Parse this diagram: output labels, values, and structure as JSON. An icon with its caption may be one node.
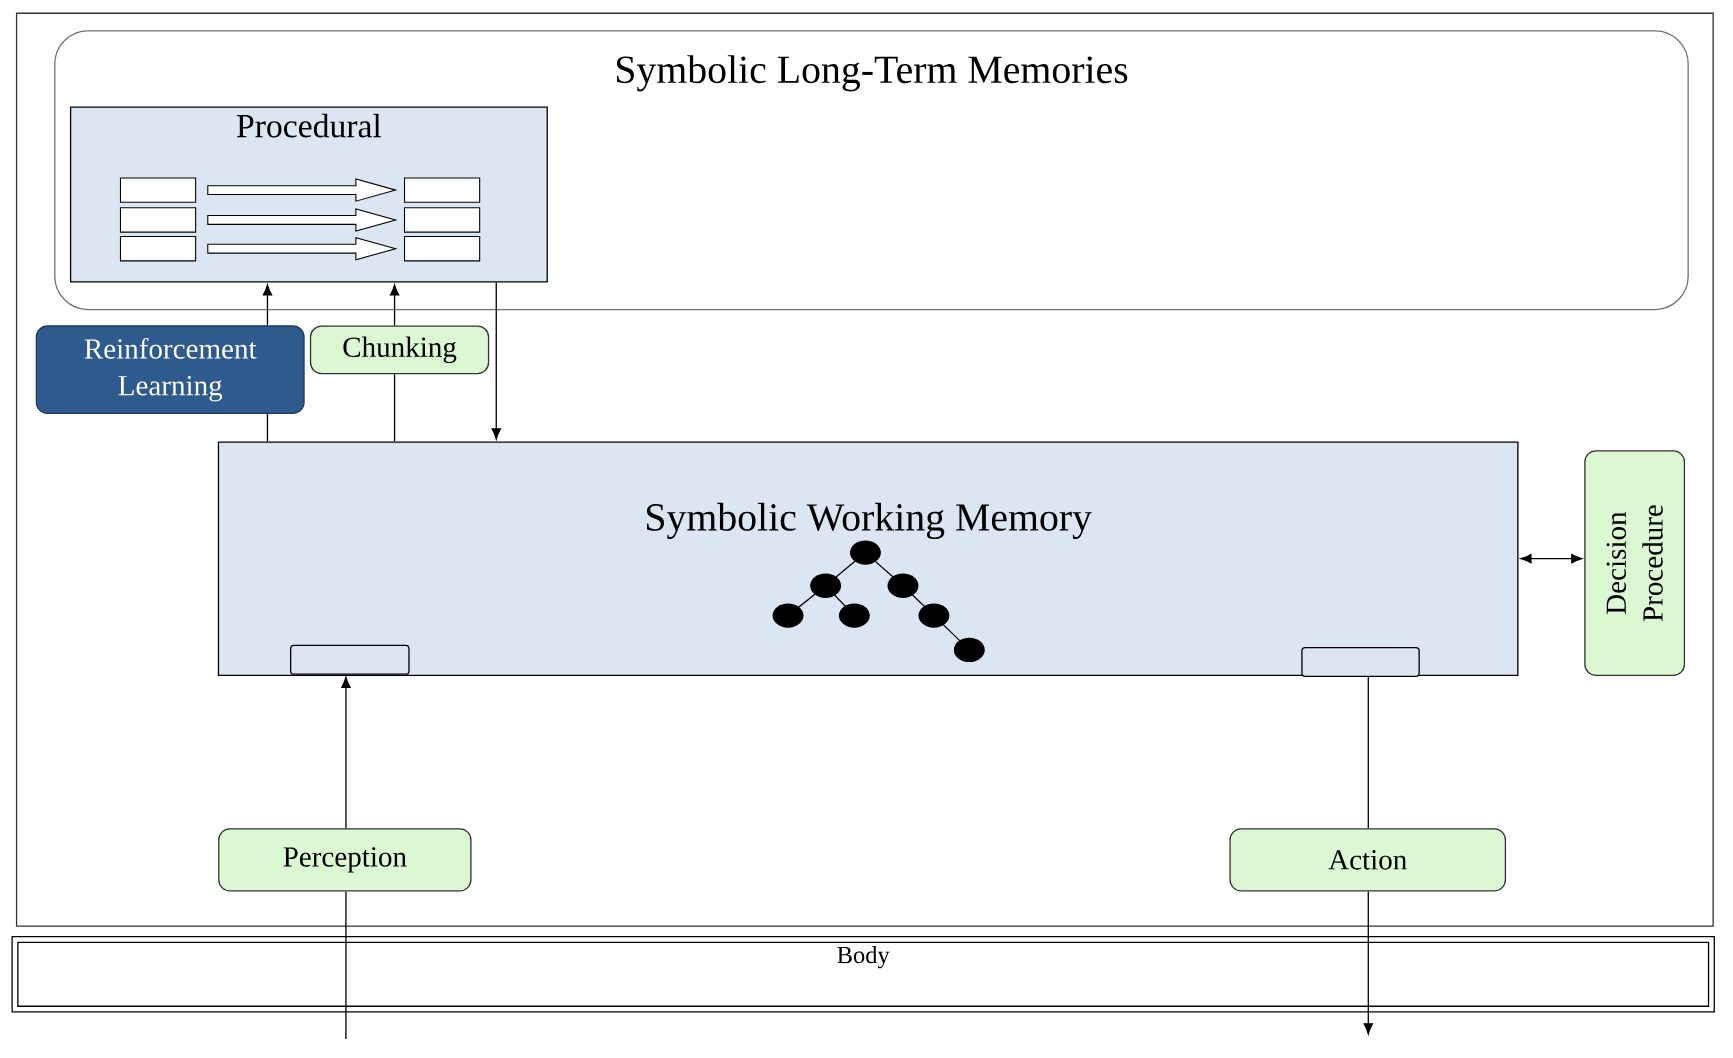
{
  "diagram": {
    "nodes": [
      {
        "text": [
          "Symbolic Long-Term Memories"
        ]
      },
      {
        "text": [
          "Procedural"
        ],
        "in": 0
      },
      {
        "text": [
          "Reinforcement Learning"
        ]
      },
      {
        "text": [
          "Chunking"
        ]
      },
      {
        "text": [
          "Symbolic Working Memory"
        ]
      },
      {
        "text": [],
        "shape": "box",
        "in": 4
      },
      {
        "text": [],
        "shape": "box",
        "in": 4
      },
      {
        "text": [
          "Decision Procedure"
        ]
      },
      {
        "text": [
          "Perception"
        ]
      },
      {
        "text": [
          "Action"
        ]
      },
      {
        "text": [
          "Body"
        ]
      }
    ],
    "edges": [
      {
        "from": 4,
        "to": 2,
        "arrow": "none"
      },
      {
        "from": 2,
        "to": 1,
        "arrow": "to"
      },
      {
        "from": 4,
        "to": 3,
        "arrow": "none"
      },
      {
        "from": 3,
        "to": 1,
        "arrow": "to"
      },
      {
        "from": 1,
        "to": 4,
        "arrow": "to"
      },
      {
        "from": 4,
        "to": 7,
        "arrow": "both"
      },
      {
        "from": 8,
        "to": 5,
        "arrow": "to"
      },
      {
        "from": null,
        "to": 8,
        "arrow": "none"
      },
      {
        "from": 6,
        "to": 9,
        "arrow": "none"
      },
      {
        "from": 9,
        "to": 10,
        "arrow": "to"
      }
    ]
  }
}
